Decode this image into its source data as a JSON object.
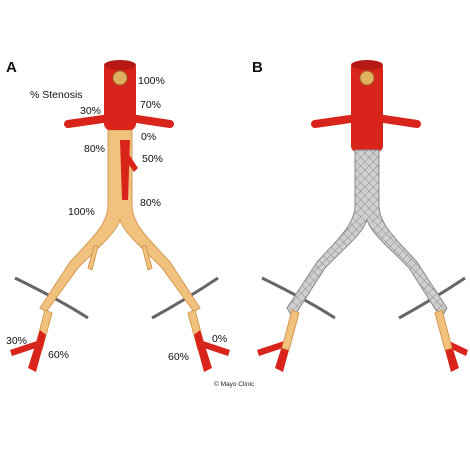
{
  "panels": {
    "a": {
      "letter": "A",
      "subtitle": "% Stenosis"
    },
    "b": {
      "letter": "B"
    }
  },
  "stenosis_labels": {
    "suprarenal": "100%",
    "right_renal": "30%",
    "left_renal_proximal": "70%",
    "left_renal_distal": "0%",
    "infrarenal_aorta": "80%",
    "inferior_mesenteric": "50%",
    "right_common_iliac": "100%",
    "left_common_iliac": "80%",
    "right_ext_iliac": "30%",
    "right_int_iliac": "60%",
    "left_ext_iliac": "0%",
    "left_int_iliac": "60%"
  },
  "credit": "© Mayo Clinic",
  "colors": {
    "occluded_vessel": "#f1c27d",
    "vessel_outline": "#d49a55",
    "patent_vessel": "#d9241c",
    "stent_graft": "#c9c9c9",
    "inguinal_ligament": "#555555"
  }
}
